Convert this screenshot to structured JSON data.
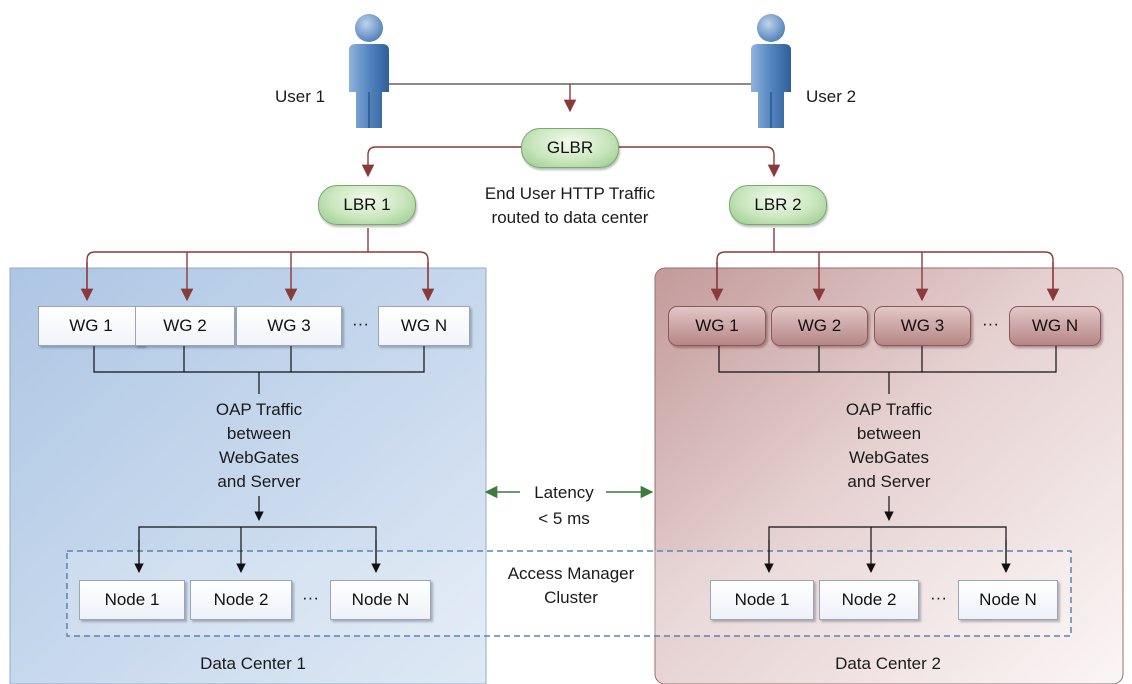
{
  "users": {
    "user1": "User 1",
    "user2": "User 2"
  },
  "routers": {
    "glbr": "GLBR",
    "lbr1": "LBR 1",
    "lbr2": "LBR 2"
  },
  "traffic_note": [
    "End User HTTP Traffic",
    "routed to data center"
  ],
  "webgates": [
    "WG 1",
    "WG 2",
    "WG 3",
    "WG N"
  ],
  "ellipsis": "···",
  "oap_note": [
    "OAP Traffic",
    "between",
    "WebGates",
    "and Server"
  ],
  "latency": [
    "Latency",
    "< 5 ms"
  ],
  "cluster_label": [
    "Access Manager",
    "Cluster"
  ],
  "nodes": [
    "Node 1",
    "Node 2",
    "Node N"
  ],
  "data_centers": {
    "dc1": "Data Center 1",
    "dc2": "Data Center 2"
  },
  "colors": {
    "dc1_panel": "#b9cde6",
    "dc2_panel": "#d9bfbf",
    "arrow": "#8b3a3a",
    "router_green": "#b5dba6",
    "cluster_border": "#5b83b3"
  },
  "icons": [
    "user-figure-icon"
  ]
}
